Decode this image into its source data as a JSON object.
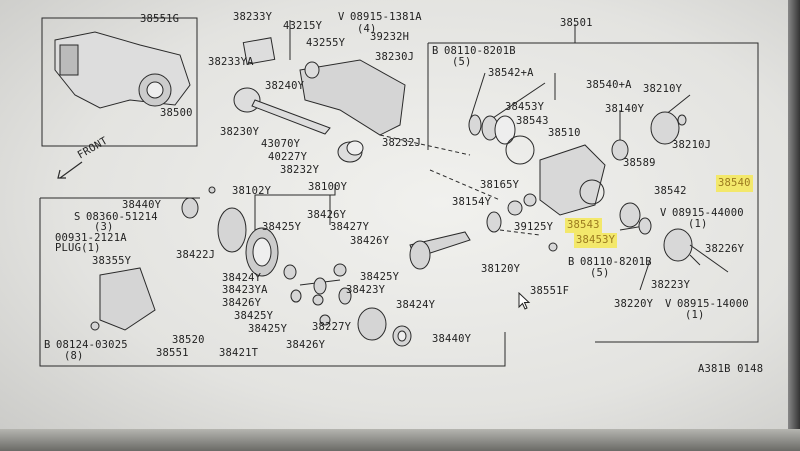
{
  "diagram": {
    "labels": {
      "p38551G": "38551G",
      "p38500": "38500",
      "p38233Y": "38233Y",
      "p43215Y": "43215Y",
      "p38233YA": "38233YA",
      "p38240Y": "38240Y",
      "p38230Y": "38230Y",
      "p43070Y": "43070Y",
      "p40227Y": "40227Y",
      "p38232Y": "38232Y",
      "p08915_1381A": "08915-1381A",
      "p4": "(4)",
      "p43255Y": "43255Y",
      "p39232H": "39232H",
      "p38230J": "38230J",
      "p38232J": "38232J",
      "p38501": "38501",
      "p08110_8201B_top": "08110-8201B",
      "p5_top": "(5)",
      "p38542A": "38542+A",
      "p38540A": "38540+A",
      "p38453Y_top": "38453Y",
      "p38543_top": "38543",
      "p38510": "38510",
      "p38140Y": "38140Y",
      "p38210Y": "38210Y",
      "p38210J": "38210J",
      "p38589": "38589",
      "front": "FRONT",
      "p38102Y": "38102Y",
      "p38100Y": "38100Y",
      "p38440Y_left": "38440Y",
      "p08360": "08360-51214",
      "p3": "(3)",
      "p00931": "00931-2121A",
      "plug": "PLUG(1)",
      "p38422J": "38422J",
      "p38355Y": "38355Y",
      "p38426Y_a": "38426Y",
      "p38425Y_a": "38425Y",
      "p38427Y_a": "38427Y",
      "p38426Y_b": "38426Y",
      "p38424Y_a": "38424Y",
      "p38423YA": "38423YA",
      "p38426Y_c": "38426Y",
      "p38425Y_b": "38425Y",
      "p38425Y_c": "38425Y",
      "p38425Y_d": "38425Y",
      "p38423Y": "38423Y",
      "p38424Y_b": "38424Y",
      "p38227Y": "38227Y",
      "p38426Y_d": "38426Y",
      "p38520": "38520",
      "p38551": "38551",
      "p38421T": "38421T",
      "p38440Y_bottom": "38440Y",
      "p08124": "08124-03025",
      "p8": "(8)",
      "p38165Y": "38165Y",
      "p38154Y": "38154Y",
      "p39125Y": "39125Y",
      "p38120Y": "38120Y",
      "p38551F": "38551F",
      "p38542": "38542",
      "p38540": "38540",
      "p38543_hl": "38543",
      "p38453Y_hl": "38453Y",
      "p08915_44000": "08915-44000",
      "p1_a": "(1)",
      "p38226Y": "38226Y",
      "p08110_8201B_bottom": "08110-8201B",
      "p5_bottom": "(5)",
      "p38223Y": "38223Y",
      "p38220Y": "38220Y",
      "p08915_14000": "08915-14000",
      "p1_b": "(1)",
      "code": "A381B 0148",
      "v": "V",
      "s": "S",
      "b": "B"
    },
    "highlight_color": "#f3e86b",
    "line_color": "#2a2a2a"
  }
}
